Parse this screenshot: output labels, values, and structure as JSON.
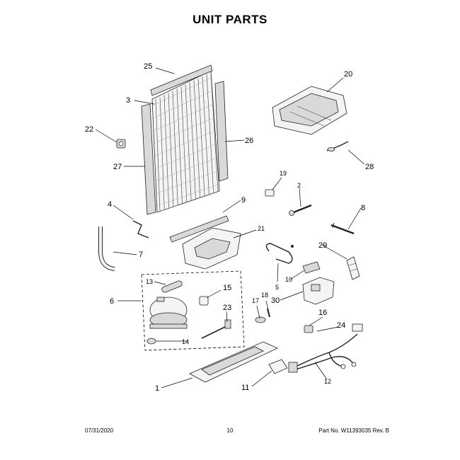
{
  "page": {
    "title": "UNIT PARTS",
    "footer_date": "07/31/2020",
    "footer_page": "10",
    "footer_part_number": "Part No. W11393035  Rev. B"
  },
  "callouts": {
    "p1": "1",
    "p2": "2",
    "p3": "3",
    "p4": "4",
    "p5": "5",
    "p6": "6",
    "p7": "7",
    "p8": "8",
    "p9": "9",
    "p10": "10",
    "p11": "11",
    "p12": "12",
    "p13": "13",
    "p14": "14",
    "p15": "15",
    "p16": "16",
    "p17": "17",
    "p18": "18",
    "p19": "19",
    "p20": "20",
    "p21": "21",
    "p22": "22",
    "p23": "23",
    "p24": "24",
    "p25": "25",
    "p26": "26",
    "p27": "27",
    "p28": "28",
    "p29": "29",
    "p30": "30"
  }
}
